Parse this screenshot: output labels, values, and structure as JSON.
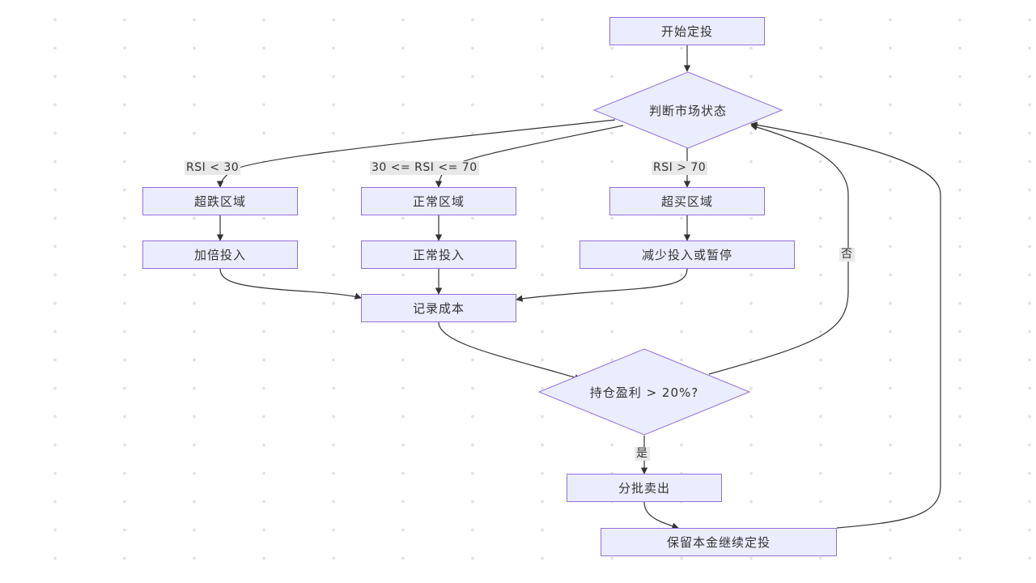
{
  "diagram": {
    "nodes": {
      "start": "开始定投",
      "judge": "判断市场状态",
      "oversold": "超跌区域",
      "normal": "正常区域",
      "overbought": "超买区域",
      "double": "加倍投入",
      "normal_invest": "正常投入",
      "reduce": "减少投入或暂停",
      "record": "记录成本",
      "profit_check": "持仓盈利 > 20%?",
      "sell": "分批卖出",
      "keep": "保留本金继续定投"
    },
    "edge_labels": {
      "rsi_low": "RSI < 30",
      "rsi_mid": "30 <= RSI <= 70",
      "rsi_high": "RSI > 70",
      "no": "否",
      "yes": "是"
    },
    "colors": {
      "node_fill": "#ececff",
      "node_border": "#9370db",
      "edge": "#333333",
      "label_bg": "#e8e8e8"
    }
  }
}
